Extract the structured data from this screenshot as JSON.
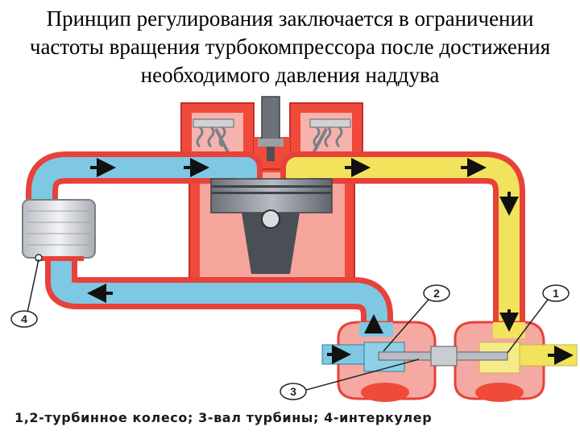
{
  "slide": {
    "title_lines": [
      "Принцип регулирования заключается в ограничении",
      "частоты вращения турбокомпрессора после достижения",
      "необходимого давления наддува"
    ],
    "caption": "1,2-турбинное колесо; 3-вал турбины; 4-интеркулер"
  },
  "diagram": {
    "callouts": [
      {
        "id": "1",
        "label": "1"
      },
      {
        "id": "2",
        "label": "2"
      },
      {
        "id": "3",
        "label": "3"
      },
      {
        "id": "4",
        "label": "4"
      }
    ],
    "colors": {
      "cold_air": "#7ec8e3",
      "hot_gas": "#f2e35c",
      "pipe_wall": "#e8413a",
      "engine_body": "#f04a3a",
      "piston": "#8a8f96"
    }
  }
}
